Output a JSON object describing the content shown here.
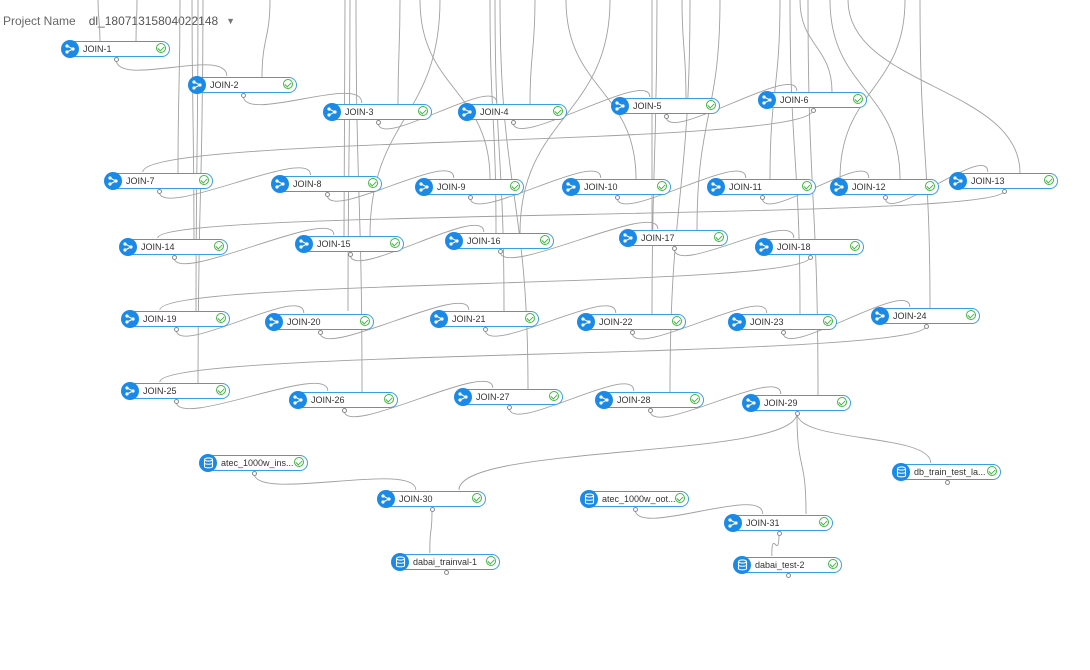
{
  "project": {
    "label": "Project Name",
    "name": "dl_18071315804022148",
    "dropdown_icon": "caret-down-icon"
  },
  "status_icon": "check-circle-icon",
  "nodes": [
    {
      "id": "n1",
      "label": "JOIN-1",
      "kind": "join",
      "status": "success"
    },
    {
      "id": "n2",
      "label": "JOIN-2",
      "kind": "join",
      "status": "success"
    },
    {
      "id": "n3",
      "label": "JOIN-3",
      "kind": "join",
      "status": "success"
    },
    {
      "id": "n4",
      "label": "JOIN-4",
      "kind": "join",
      "status": "success"
    },
    {
      "id": "n5",
      "label": "JOIN-5",
      "kind": "join",
      "status": "success"
    },
    {
      "id": "n6",
      "label": "JOIN-6",
      "kind": "join",
      "status": "success"
    },
    {
      "id": "n7",
      "label": "JOIN-7",
      "kind": "join",
      "status": "success"
    },
    {
      "id": "n8",
      "label": "JOIN-8",
      "kind": "join",
      "status": "success"
    },
    {
      "id": "n9",
      "label": "JOIN-9",
      "kind": "join",
      "status": "success"
    },
    {
      "id": "n10",
      "label": "JOIN-10",
      "kind": "join",
      "status": "success"
    },
    {
      "id": "n11",
      "label": "JOIN-11",
      "kind": "join",
      "status": "success"
    },
    {
      "id": "n12",
      "label": "JOIN-12",
      "kind": "join",
      "status": "success"
    },
    {
      "id": "n13",
      "label": "JOIN-13",
      "kind": "join",
      "status": "success"
    },
    {
      "id": "n14",
      "label": "JOIN-14",
      "kind": "join",
      "status": "success"
    },
    {
      "id": "n15",
      "label": "JOIN-15",
      "kind": "join",
      "status": "success"
    },
    {
      "id": "n16",
      "label": "JOIN-16",
      "kind": "join",
      "status": "success"
    },
    {
      "id": "n17",
      "label": "JOIN-17",
      "kind": "join",
      "status": "success"
    },
    {
      "id": "n18",
      "label": "JOIN-18",
      "kind": "join",
      "status": "success"
    },
    {
      "id": "n19",
      "label": "JOIN-19",
      "kind": "join",
      "status": "success"
    },
    {
      "id": "n20",
      "label": "JOIN-20",
      "kind": "join",
      "status": "success"
    },
    {
      "id": "n21",
      "label": "JOIN-21",
      "kind": "join",
      "status": "success"
    },
    {
      "id": "n22",
      "label": "JOIN-22",
      "kind": "join",
      "status": "success"
    },
    {
      "id": "n23",
      "label": "JOIN-23",
      "kind": "join",
      "status": "success"
    },
    {
      "id": "n24",
      "label": "JOIN-24",
      "kind": "join",
      "status": "success"
    },
    {
      "id": "n25",
      "label": "JOIN-25",
      "kind": "join",
      "status": "success"
    },
    {
      "id": "n26",
      "label": "JOIN-26",
      "kind": "join",
      "status": "success"
    },
    {
      "id": "n27",
      "label": "JOIN-27",
      "kind": "join",
      "status": "success"
    },
    {
      "id": "n28",
      "label": "JOIN-28",
      "kind": "join",
      "status": "success"
    },
    {
      "id": "n29",
      "label": "JOIN-29",
      "kind": "join",
      "status": "success"
    },
    {
      "id": "d1",
      "label": "atec_1000w_ins...",
      "kind": "data",
      "status": "success"
    },
    {
      "id": "n30",
      "label": "JOIN-30",
      "kind": "join",
      "status": "success"
    },
    {
      "id": "d2",
      "label": "atec_1000w_oot...",
      "kind": "data",
      "status": "success"
    },
    {
      "id": "d3",
      "label": "db_train_test_la...",
      "kind": "data",
      "status": "success"
    },
    {
      "id": "n31",
      "label": "JOIN-31",
      "kind": "join",
      "status": "success"
    },
    {
      "id": "d4",
      "label": "dabai_trainval-1",
      "kind": "data",
      "status": "success"
    },
    {
      "id": "d5",
      "label": "dabai_test-2",
      "kind": "data",
      "status": "success"
    }
  ],
  "edges": [
    [
      "n1",
      "n2"
    ],
    [
      "n2",
      "n3"
    ],
    [
      "n3",
      "n4"
    ],
    [
      "n4",
      "n5"
    ],
    [
      "n5",
      "n6"
    ],
    [
      "n6",
      "n7"
    ],
    [
      "n7",
      "n8"
    ],
    [
      "n8",
      "n9"
    ],
    [
      "n9",
      "n10"
    ],
    [
      "n10",
      "n11"
    ],
    [
      "n11",
      "n12"
    ],
    [
      "n12",
      "n13"
    ],
    [
      "n13",
      "n14"
    ],
    [
      "n14",
      "n15"
    ],
    [
      "n15",
      "n16"
    ],
    [
      "n16",
      "n17"
    ],
    [
      "n17",
      "n18"
    ],
    [
      "n18",
      "n19"
    ],
    [
      "n19",
      "n20"
    ],
    [
      "n20",
      "n21"
    ],
    [
      "n21",
      "n22"
    ],
    [
      "n22",
      "n23"
    ],
    [
      "n23",
      "n24"
    ],
    [
      "n24",
      "n25"
    ],
    [
      "n25",
      "n26"
    ],
    [
      "n26",
      "n27"
    ],
    [
      "n27",
      "n28"
    ],
    [
      "n28",
      "n29"
    ],
    [
      "d1",
      "n30"
    ],
    [
      "n29",
      "n30"
    ],
    [
      "n30",
      "d4"
    ],
    [
      "d2",
      "n31"
    ],
    [
      "n29",
      "n31"
    ],
    [
      "n29",
      "d3"
    ],
    [
      "n31",
      "d5"
    ]
  ],
  "colors": {
    "node_border": "#3a9fe0",
    "node_icon_bg": "#1a8ae6",
    "success": "#3db83d",
    "edge": "#a0a0a0"
  }
}
